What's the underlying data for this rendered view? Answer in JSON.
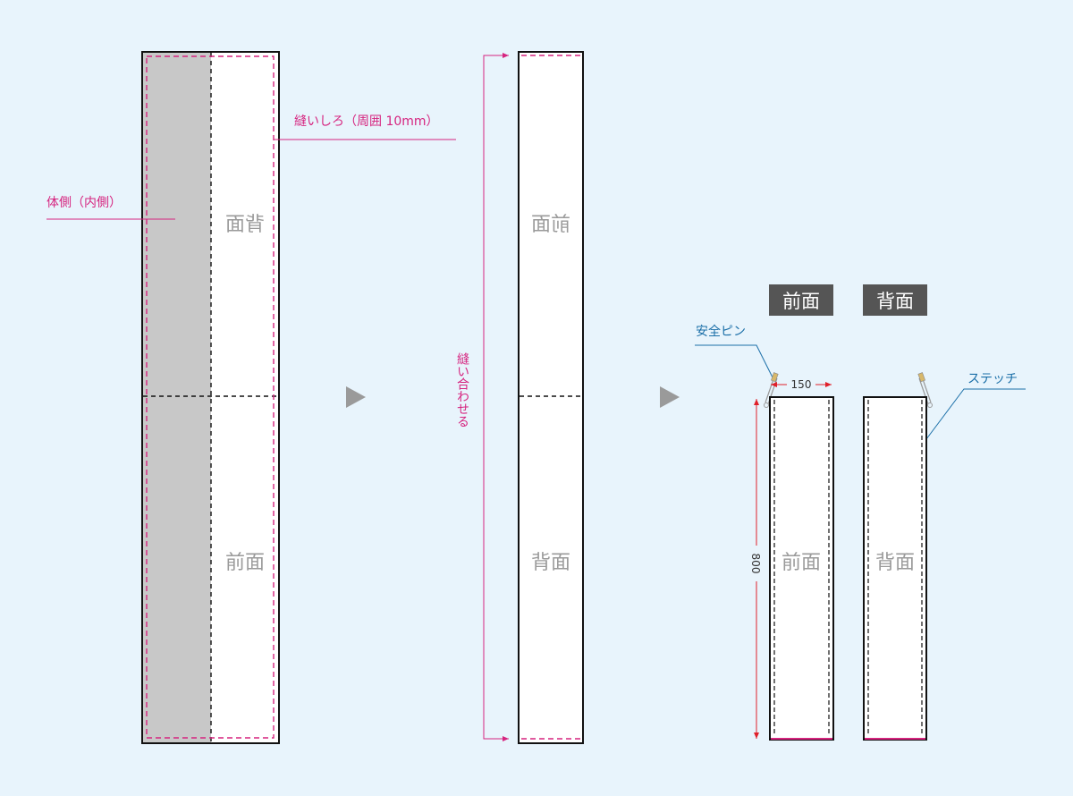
{
  "labels": {
    "seam_allowance": "縫いしろ（周囲 10mm）",
    "inner_side": "体側（内側）",
    "back_mirrored": "背面",
    "front_mirrored": "前面",
    "front": "前面",
    "back": "背面",
    "sew_together": "縫い合わせる",
    "safety_pin": "安全ピン",
    "stitch": "ステッチ",
    "tag_front": "前面",
    "tag_back": "背面",
    "result_front": "前面",
    "result_back": "背面"
  },
  "dimensions": {
    "width": "150",
    "height": "800"
  },
  "colors": {
    "background": "#e8f4fc",
    "annotation_pink": "#d6247f",
    "annotation_blue": "#1b6fa8",
    "dimension_red": "#e0202a",
    "inner_fill": "#c8c8c8",
    "tag_fill": "#555555"
  }
}
